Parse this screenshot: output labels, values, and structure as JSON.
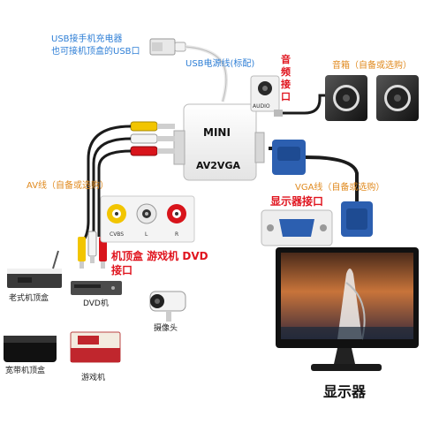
{
  "labels": {
    "usb_charger_line1": "USB接手机充电器",
    "usb_charger_line2": "也可接机顶盒的USB口",
    "usb_power_cable": "USB电源线(标配)",
    "audio_port_line1": "音",
    "audio_port_line2": "频",
    "audio_port_line3": "接",
    "audio_port_line4": "口",
    "speakers": "音箱（自备或选购）",
    "av_cable": "AV线（自备或选购）",
    "vga_cable": "VGA线（自备或选购）",
    "display_port": "显示器接口",
    "sources_line1": "机顶盒 游戏机 DVD",
    "sources_line2": "接口",
    "old_stb": "老式机顶盒",
    "dvd": "DVD机",
    "camera": "摄像头",
    "broadband_stb": "宽带机顶盒",
    "game_console": "游戏机",
    "monitor": "显示器"
  },
  "converter": {
    "brand": "MINI",
    "model": "AV2VGA",
    "audio_label": "AUDIO"
  },
  "av_ports": {
    "cvbs": "CVBS",
    "l": "L",
    "r": "R"
  },
  "colors": {
    "label_blue": "#2f7fd6",
    "label_orange": "#e08a1f",
    "label_red": "#e0141e",
    "rca_yellow": "#f2c500",
    "rca_white": "#f4f4f4",
    "rca_red": "#d8141b",
    "vga_blue": "#2c5fb0",
    "cable_black": "#1b1b1b"
  }
}
